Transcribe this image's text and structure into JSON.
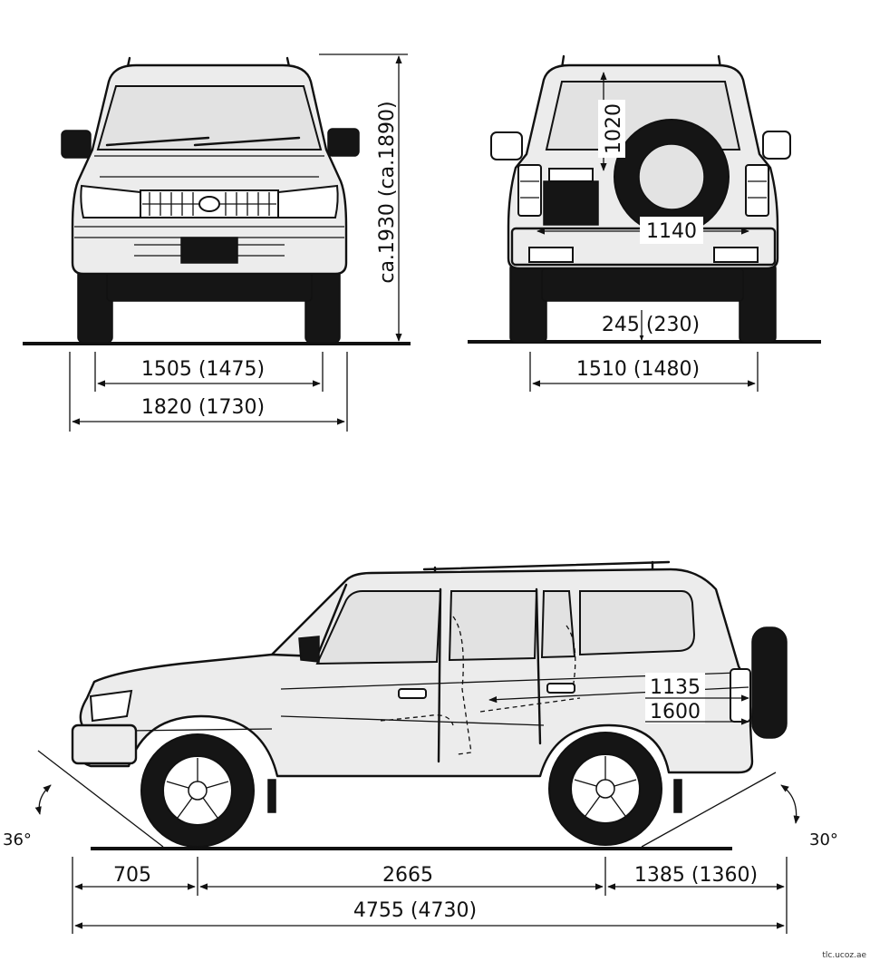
{
  "front_view": {
    "height_label": "ca.1930 (ca.1890)",
    "track_label": "1505 (1475)",
    "width_label": "1820 (1730)"
  },
  "rear_view": {
    "spare_height_label": "1020",
    "spare_width_label": "1140",
    "clearance_label": "245 (230)",
    "track_label": "1510 (1480)"
  },
  "side_view": {
    "front_overhang_label": "705",
    "wheelbase_label": "2665",
    "rear_overhang_label": "1385 (1360)",
    "length_label": "4755 (4730)",
    "cargo_length_label": "1135",
    "cargo_length_long_label": "1600",
    "approach_angle_label": "36°",
    "departure_angle_label": "30°"
  },
  "watermark": "tlc.ucoz.ae"
}
